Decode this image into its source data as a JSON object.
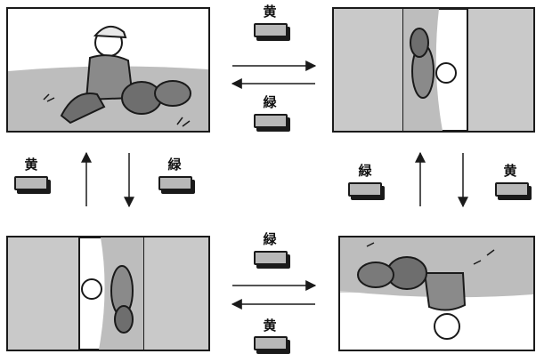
{
  "buttons": {
    "top_right_label": "黄",
    "top_left_label": "緑",
    "left_up_label": "黄",
    "left_down_label": "緑",
    "right_up_label": "緑",
    "right_down_label": "黄",
    "bottom_right_label": "緑",
    "bottom_left_label": "黄"
  },
  "button_color": "#b8b8b8",
  "frame_color": "#c9c9c9",
  "stroke_color": "#1a1a1a"
}
